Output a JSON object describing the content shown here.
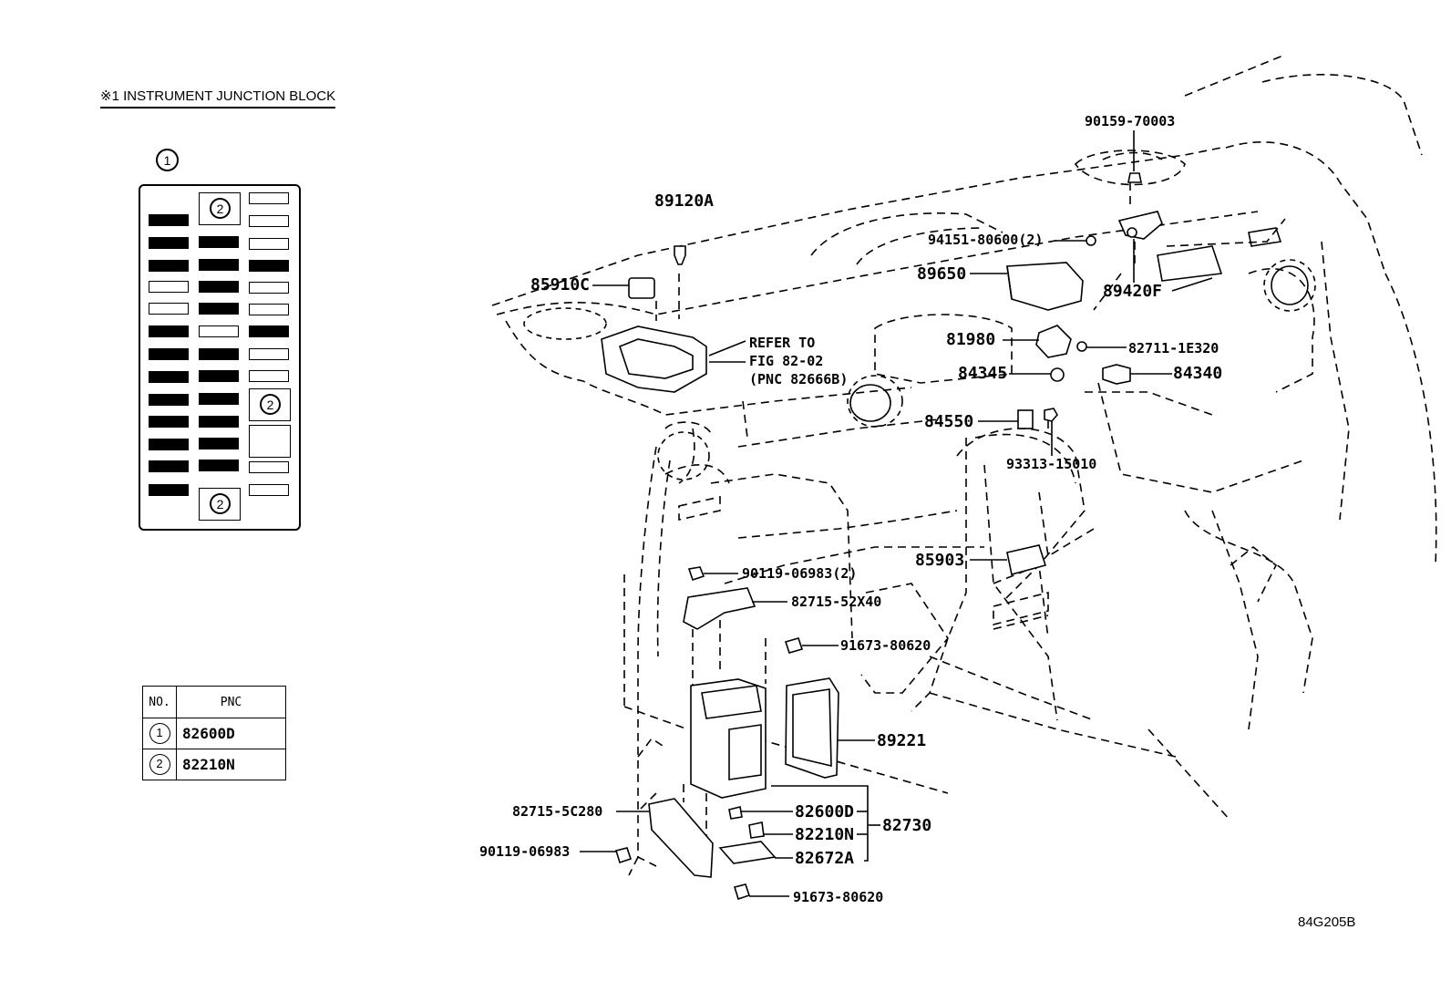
{
  "title": "※1 INSTRUMENT JUNCTION BLOCK",
  "figure_id": "84G205B",
  "fuse_block": {
    "callout_1": "1",
    "callout_2": "2"
  },
  "pnc_table": {
    "headers": {
      "no": "NO.",
      "pnc": "PNC"
    },
    "rows": [
      {
        "no": "1",
        "pnc": "82600D"
      },
      {
        "no": "2",
        "pnc": "82210N"
      }
    ]
  },
  "labels": {
    "p89120A": "89120A",
    "p85910C": "85910C",
    "refer1": "REFER TO",
    "refer2": "FIG 82-02",
    "refer3": "(PNC 82666B)",
    "p90159": "90159-70003",
    "p94151": "94151-80600(2)",
    "p89650": "89650",
    "p89420F": "89420F",
    "p81980": "81980",
    "p82711": "82711-1E320",
    "p84345": "84345",
    "p84340": "84340",
    "p84550": "84550",
    "p93313": "93313-15010",
    "p85903": "85903",
    "p90119a": "90119-06983(2)",
    "p82715a": "82715-52X40",
    "p91673a": "91673-80620",
    "p89221": "89221",
    "p82715b": "82715-5C280",
    "p82600D": "82600D",
    "p82210N": "82210N",
    "p82672A": "82672A",
    "p82730": "82730",
    "p90119b": "90119-06983",
    "p91673b": "91673-80620"
  }
}
